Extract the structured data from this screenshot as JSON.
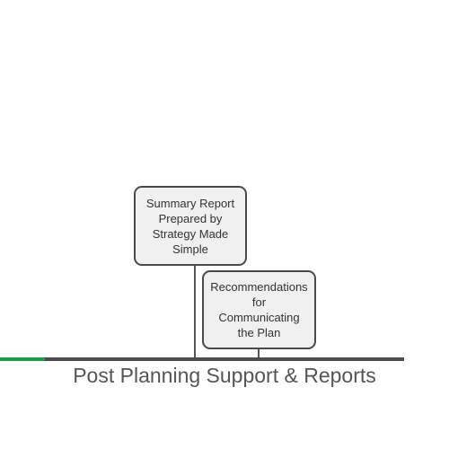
{
  "milestones": [
    {
      "label_lines": [
        "Summary Report",
        "Prepared by",
        "Strategy Made",
        "Simple"
      ]
    },
    {
      "label_lines": [
        "Recommendations",
        "for",
        "Communicating",
        "the Plan"
      ]
    }
  ],
  "timeline": {
    "caption": "Post Planning Support & Reports",
    "progress_color": "#1a9a4a",
    "track_color": "#4d4d4d"
  }
}
